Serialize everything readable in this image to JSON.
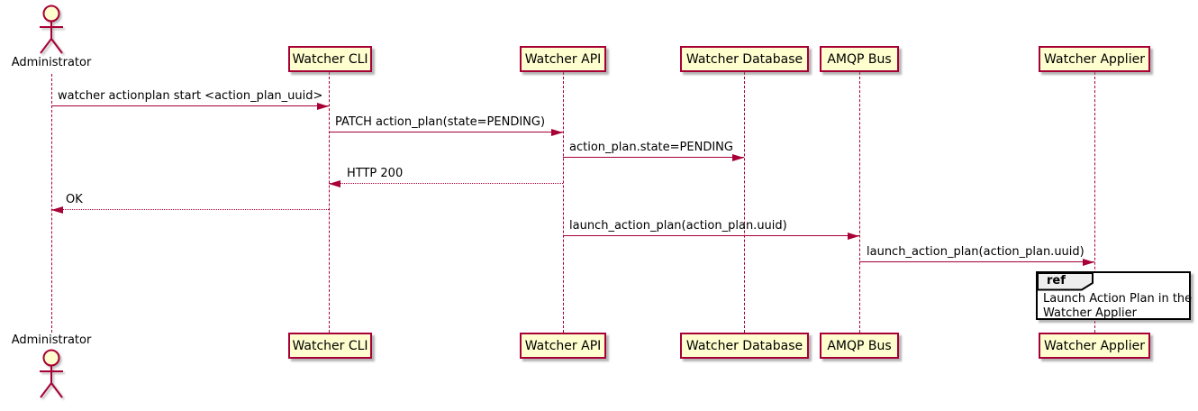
{
  "diagram_type": "uml-sequence",
  "colors": {
    "background": "#FFFFFF",
    "participant_fill": "#FEFECE",
    "participant_border": "#A80036",
    "lifeline": "#A80036",
    "arrow": "#A80036",
    "text": "#000000",
    "ref_border": "#000000",
    "ref_header_fill": "#EEEEEE",
    "ref_fill": "#FFFFFF"
  },
  "participants": [
    {
      "name": "Administrator",
      "kind": "actor"
    },
    {
      "name": "Watcher CLI",
      "kind": "participant"
    },
    {
      "name": "Watcher API",
      "kind": "participant"
    },
    {
      "name": "Watcher Database",
      "kind": "participant"
    },
    {
      "name": "AMQP Bus",
      "kind": "participant"
    },
    {
      "name": "Watcher Applier",
      "kind": "participant"
    }
  ],
  "messages": [
    {
      "from": "Administrator",
      "to": "Watcher CLI",
      "text": "watcher actionplan start <action_plan_uuid>",
      "style": "solid"
    },
    {
      "from": "Watcher CLI",
      "to": "Watcher API",
      "text": "PATCH action_plan(state=PENDING)",
      "style": "solid"
    },
    {
      "from": "Watcher API",
      "to": "Watcher Database",
      "text": "action_plan.state=PENDING",
      "style": "solid"
    },
    {
      "from": "Watcher API",
      "to": "Watcher CLI",
      "text": "HTTP 200",
      "style": "dotted-return"
    },
    {
      "from": "Watcher CLI",
      "to": "Administrator",
      "text": "OK",
      "style": "dotted-return"
    },
    {
      "from": "Watcher API",
      "to": "AMQP Bus",
      "text": "launch_action_plan(action_plan.uuid)",
      "style": "solid"
    },
    {
      "from": "AMQP Bus",
      "to": "Watcher Applier",
      "text": "launch_action_plan(action_plan.uuid)",
      "style": "solid"
    }
  ],
  "fragment": {
    "keyword": "ref",
    "over": "Watcher Applier",
    "line1": "Launch Action Plan in the",
    "line2": "Watcher Applier"
  }
}
